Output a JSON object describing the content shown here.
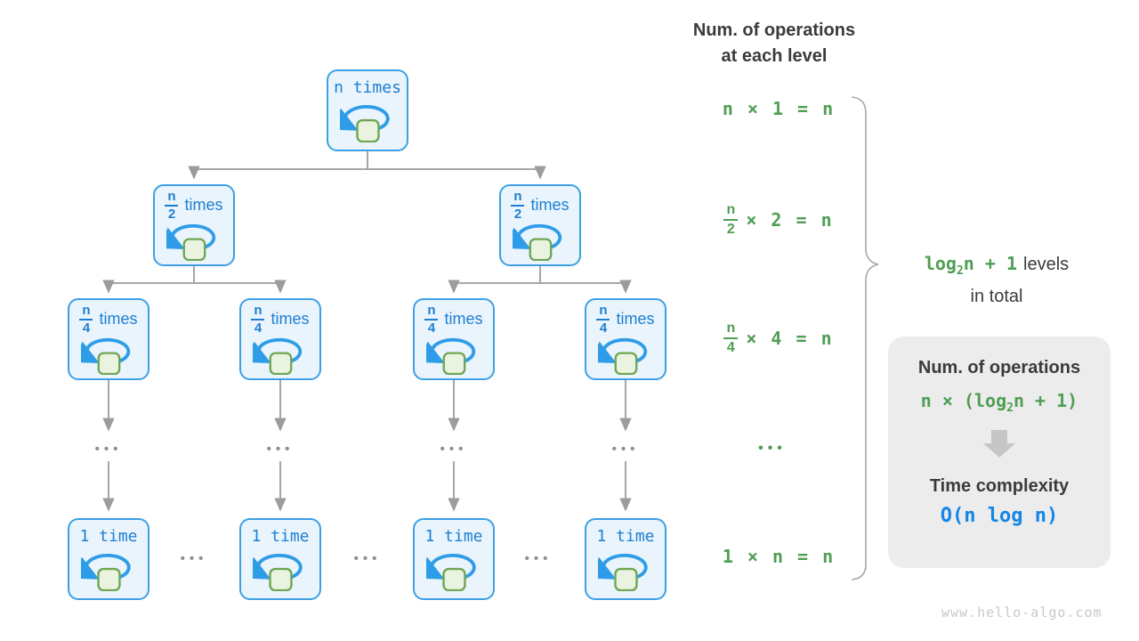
{
  "header": {
    "line1": "Num. of operations",
    "line2": "at each level"
  },
  "tree": {
    "root_label": "n times",
    "level2": {
      "numerator": "n",
      "denominator": "2",
      "suffix": "times"
    },
    "level3": {
      "numerator": "n",
      "denominator": "4",
      "suffix": "times"
    },
    "leaf_label": "1 time",
    "ellipsis": "•••"
  },
  "equations": {
    "row1": "n × 1 = n",
    "row2": {
      "numerator": "n",
      "denominator": "2",
      "rest": "× 2 = n"
    },
    "row3": {
      "numerator": "n",
      "denominator": "4",
      "rest": "× 4 = n"
    },
    "ellipsis": "•••",
    "row5": "1 × n = n"
  },
  "brace": {
    "formula_pre": "log",
    "formula_sub": "2",
    "formula_post": "n + 1",
    "suffix": "levels",
    "line2": "in total"
  },
  "summary": {
    "title": "Num. of operations",
    "formula_pre": "n × (log",
    "formula_sub": "2",
    "formula_post": "n + 1)",
    "subtitle": "Time complexity",
    "complexity": "O(n log n)"
  },
  "watermark": "www.hello-algo.com",
  "colors": {
    "node_border": "#3da0e4",
    "node_fill": "#e9f4fc",
    "node_text": "#1e7fd1",
    "loop_blue": "#2f9ce8",
    "square_fill": "#eaf3e0",
    "square_border": "#6fa653",
    "green": "#4f9e53",
    "dark_text": "#3b3b3b",
    "line_gray": "#9c9c9c",
    "panel_gray": "#ececec",
    "complexity_blue": "#1486e8",
    "watermark_gray": "#c9c9c9"
  }
}
